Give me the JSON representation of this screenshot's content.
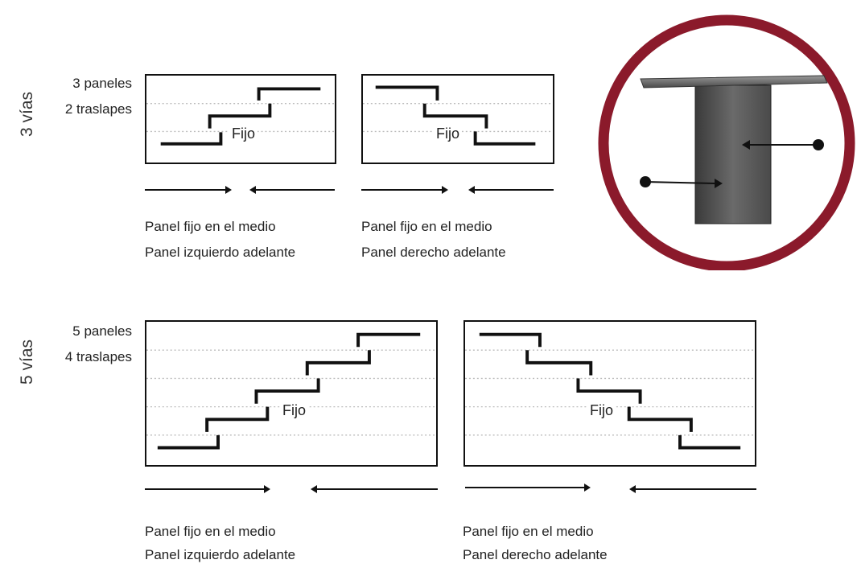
{
  "three_way": {
    "ways_label": "3 vías",
    "panels": "3 paneles",
    "overlaps": "2 traslapes",
    "left_diagram": {
      "fixed_label": "Fijo",
      "caption_line1": "Panel fijo en el medio",
      "caption_line2": "Panel izquierdo adelante"
    },
    "right_diagram": {
      "fixed_label": "Fijo",
      "caption_line1": "Panel fijo en el medio",
      "caption_line2": "Panel derecho adelante"
    }
  },
  "five_way": {
    "ways_label": "5 vías",
    "panels": "5 paneles",
    "overlaps": "4 traslapes",
    "left_diagram": {
      "fixed_label": "Fijo",
      "caption_line1": "Panel fijo en el medio",
      "caption_line2": "Panel izquierdo adelante"
    },
    "right_diagram": {
      "fixed_label": "Fijo",
      "caption_line1": "Panel fijo en el medio",
      "caption_line2": "Panel derecho adelante"
    }
  },
  "colors": {
    "ring": "#8b1a2b",
    "panel_line": "#111111",
    "guide_line": "#bbbbbb"
  },
  "icons": [
    "arrow-right-icon",
    "arrow-left-icon",
    "profile-detail-icon"
  ]
}
